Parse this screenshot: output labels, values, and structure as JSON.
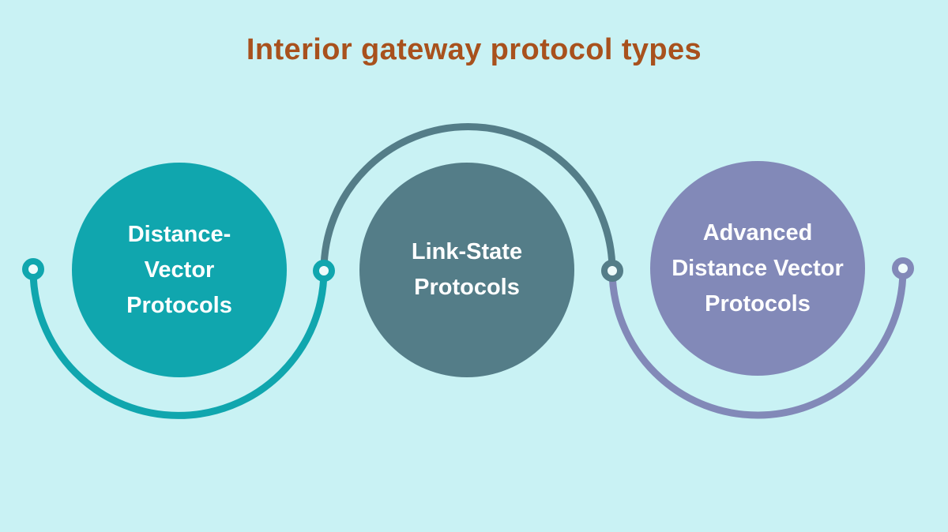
{
  "title": {
    "text": "Interior gateway protocol types"
  },
  "colors": {
    "background": "#c9f2f4",
    "title_text": "#a8511d",
    "node_text": "#ffffff",
    "teal": "#10a6ae",
    "slate": "#547d88",
    "purple": "#8289b8",
    "ring_hole": "#eefbfb"
  },
  "diagram": {
    "description": "Three circular nodes linked by alternating arc connectors with small ring junctions",
    "nodes": [
      {
        "id": "distance-vector-protocols",
        "label": "Distance-Vector Protocols",
        "color_name": "teal",
        "lines": [
          "Distance-",
          "Vector",
          "Protocols"
        ]
      },
      {
        "id": "link-state-protocols",
        "label": "Link-State Protocols",
        "color_name": "slate",
        "lines": [
          "Link-State",
          "Protocols"
        ]
      },
      {
        "id": "advanced-distance-vector-protocols",
        "label": "Advanced Distance Vector Protocols",
        "color_name": "purple",
        "lines": [
          "Advanced",
          "Distance Vector",
          "Protocols"
        ]
      }
    ],
    "connectors": [
      {
        "id": "teal-arc",
        "from": "left-end-ring",
        "to": "junction-ring-1",
        "shape": "bottom-semicircle",
        "color_name": "teal"
      },
      {
        "id": "slate-arc",
        "from": "junction-ring-1",
        "to": "junction-ring-2",
        "shape": "top-semicircle",
        "color_name": "slate"
      },
      {
        "id": "purple-arc",
        "from": "junction-ring-2",
        "to": "right-end-ring",
        "shape": "bottom-semicircle",
        "color_name": "purple"
      }
    ],
    "rings": [
      {
        "id": "left-end-ring",
        "color_name": "teal"
      },
      {
        "id": "junction-ring-1",
        "color_name": "teal"
      },
      {
        "id": "junction-ring-2",
        "color_name": "slate"
      },
      {
        "id": "right-end-ring",
        "color_name": "purple"
      }
    ]
  }
}
